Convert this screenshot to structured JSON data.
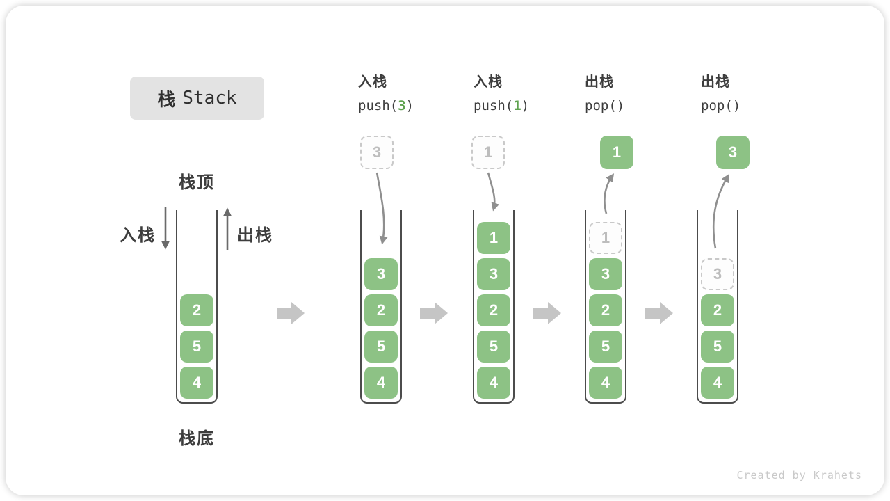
{
  "title": {
    "cjk": "栈",
    "latin": "Stack"
  },
  "side_labels": {
    "top": "栈顶",
    "bottom": "栈底",
    "push": "入栈",
    "pop": "出栈"
  },
  "ops": [
    {
      "zh": "入栈",
      "code_pre": "push(",
      "code_arg": "3",
      "code_post": ")"
    },
    {
      "zh": "入栈",
      "code_pre": "push(",
      "code_arg": "1",
      "code_post": ")"
    },
    {
      "zh": "出栈",
      "code_pre": "pop(",
      "code_arg": "",
      "code_post": ")"
    },
    {
      "zh": "出栈",
      "code_pre": "pop(",
      "code_arg": "",
      "code_post": ")"
    }
  ],
  "floating_values": {
    "push3": "3",
    "push1": "1",
    "pop1": "1",
    "pop3": "3"
  },
  "stacks": {
    "initial": {
      "cells": [
        "2",
        "5",
        "4"
      ]
    },
    "after_push3": {
      "cells": [
        "3",
        "2",
        "5",
        "4"
      ]
    },
    "after_push1": {
      "cells": [
        "1",
        "3",
        "2",
        "5",
        "4"
      ]
    },
    "after_pop1": {
      "ghost": "1",
      "cells": [
        "3",
        "2",
        "5",
        "4"
      ]
    },
    "after_pop3": {
      "ghost": "3",
      "cells": [
        "2",
        "5",
        "4"
      ]
    }
  },
  "footer": "Created by Krahets",
  "colors": {
    "cell_green": "#8dc285",
    "code_arg_green": "#5fa24f",
    "container_border": "#4c4c4c",
    "curved_arrow_gray": "#8f8f8f",
    "straight_arrow_gray": "#6a6a6a",
    "block_arrow_gray": "#c5c5c5",
    "ghost_border_gray": "#c9c9c9",
    "title_box_bg": "#e3e3e3"
  }
}
